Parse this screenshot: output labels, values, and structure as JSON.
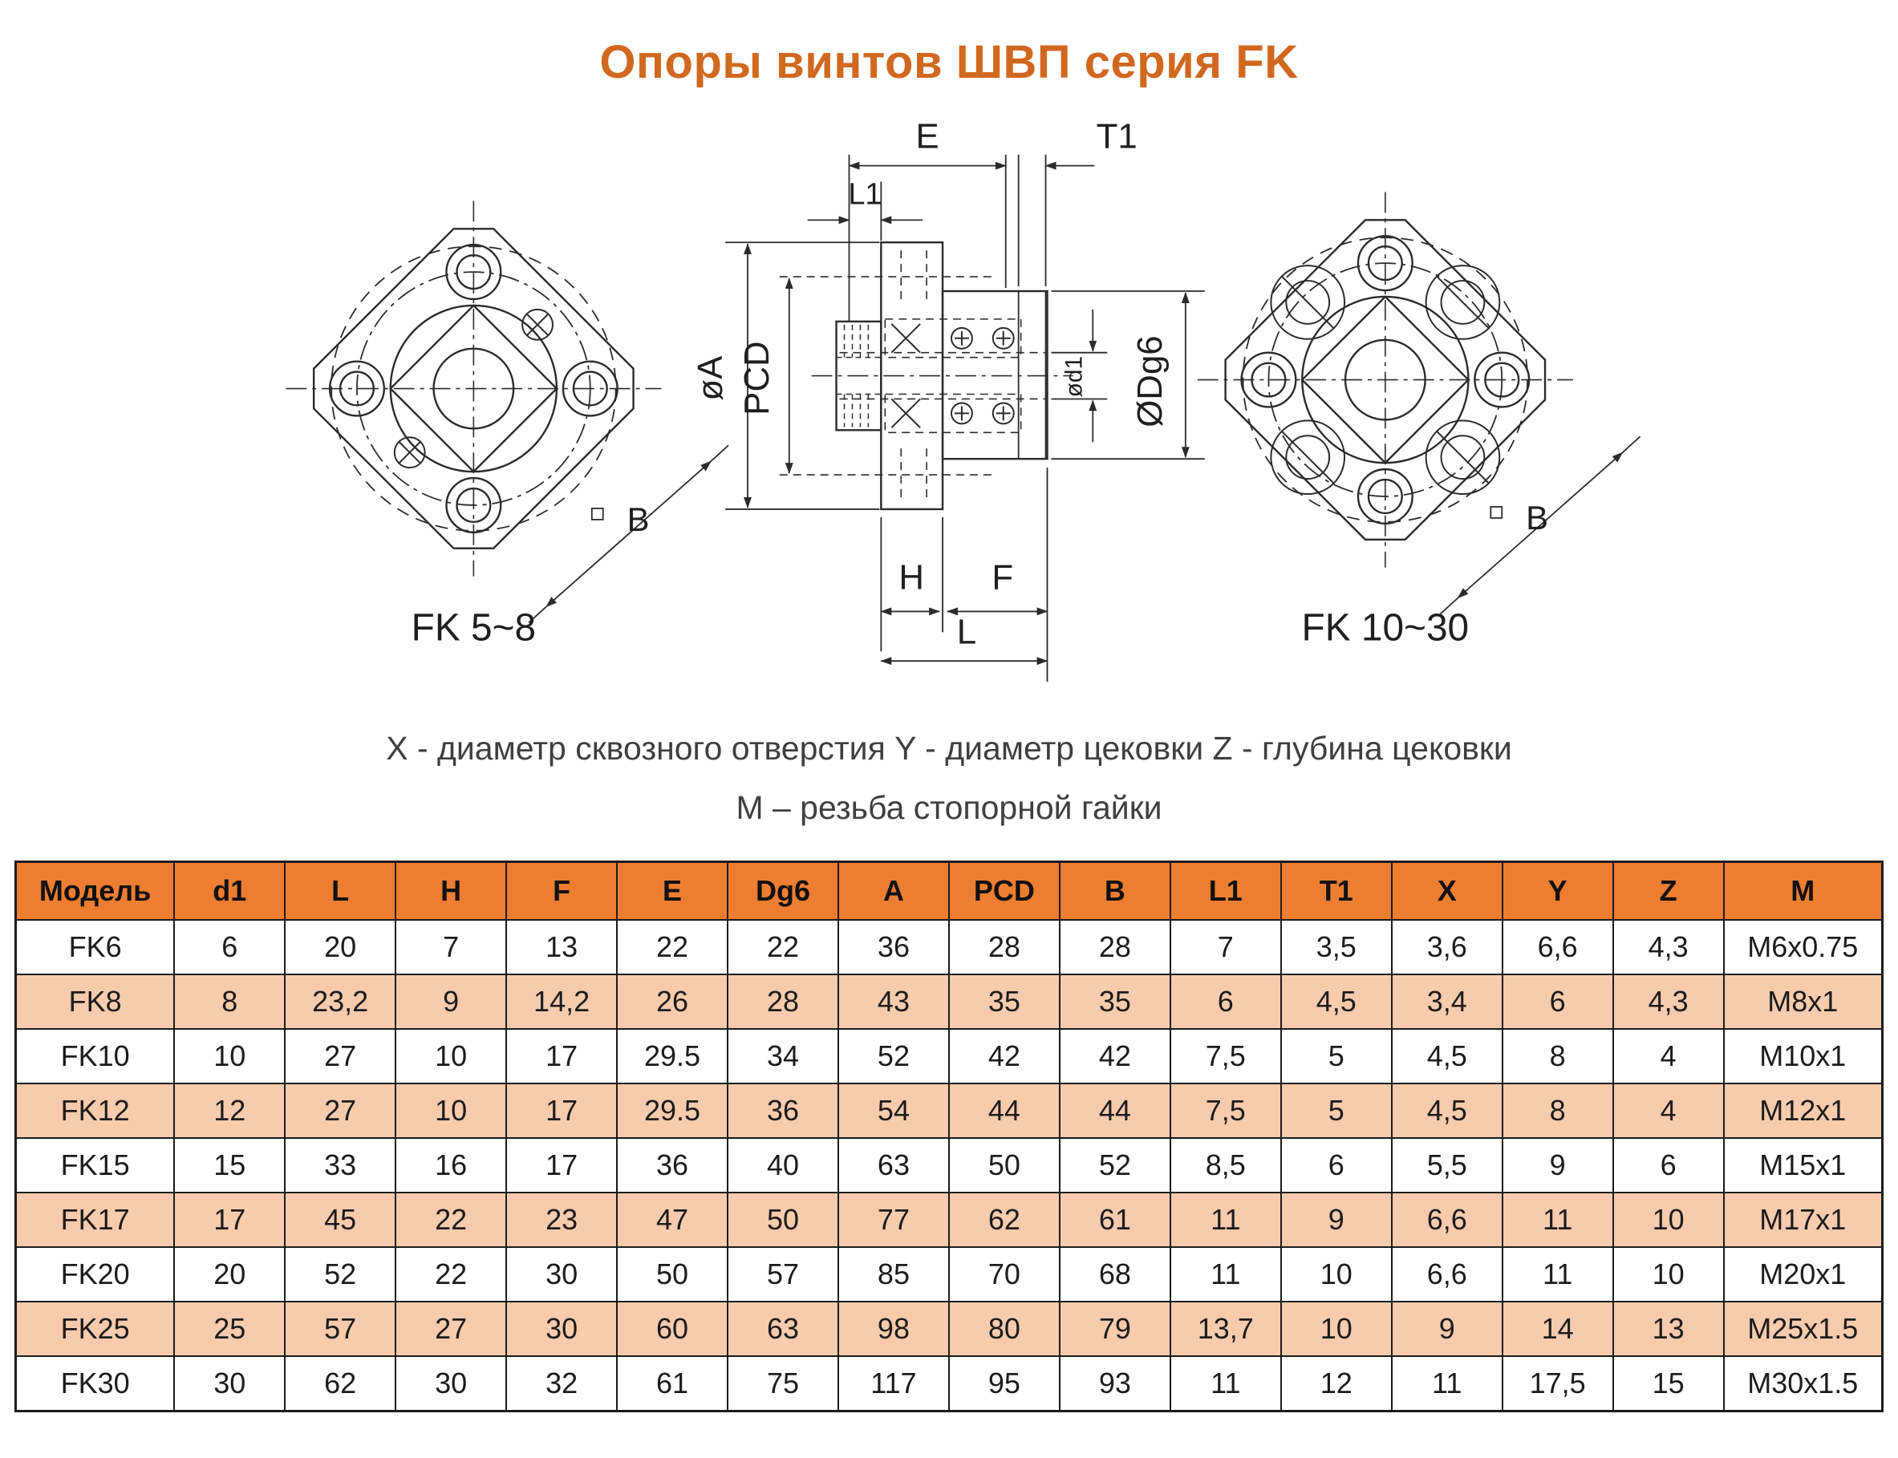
{
  "title": "Опоры винтов ШВП серия FK",
  "colors": {
    "title_orange": "#d1681f",
    "header_orange": "#ed7d31",
    "row_alt": "#f8cbad",
    "line": "#2b2b2b",
    "border": "#1c1c1c"
  },
  "drawing": {
    "caption_left": "FK 5~8",
    "caption_right": "FK 10~30",
    "labels": {
      "e": "E",
      "t1": "T1",
      "l1": "L1",
      "dia_a": "øA",
      "pcd": "PCD",
      "dia_d1": "ød1",
      "dia_dg6": "ØDg6",
      "h": "H",
      "f": "F",
      "l": "L",
      "b_left": "B",
      "b_right": "B"
    }
  },
  "notes": {
    "line1": "X - диаметр сквозного отверстия Y - диаметр цековки Z - глубина цековки",
    "line2": "М – резьба стопорной гайки"
  },
  "table": {
    "headers": [
      "Модель",
      "d1",
      "L",
      "H",
      "F",
      "E",
      "Dg6",
      "A",
      "PCD",
      "B",
      "L1",
      "T1",
      "X",
      "Y",
      "Z",
      "M"
    ],
    "rows": [
      [
        "FK6",
        "6",
        "20",
        "7",
        "13",
        "22",
        "22",
        "36",
        "28",
        "28",
        "7",
        "3,5",
        "3,6",
        "6,6",
        "4,3",
        "M6x0.75"
      ],
      [
        "FK8",
        "8",
        "23,2",
        "9",
        "14,2",
        "26",
        "28",
        "43",
        "35",
        "35",
        "6",
        "4,5",
        "3,4",
        "6",
        "4,3",
        "M8x1"
      ],
      [
        "FK10",
        "10",
        "27",
        "10",
        "17",
        "29.5",
        "34",
        "52",
        "42",
        "42",
        "7,5",
        "5",
        "4,5",
        "8",
        "4",
        "M10x1"
      ],
      [
        "FK12",
        "12",
        "27",
        "10",
        "17",
        "29.5",
        "36",
        "54",
        "44",
        "44",
        "7,5",
        "5",
        "4,5",
        "8",
        "4",
        "M12x1"
      ],
      [
        "FK15",
        "15",
        "33",
        "16",
        "17",
        "36",
        "40",
        "63",
        "50",
        "52",
        "8,5",
        "6",
        "5,5",
        "9",
        "6",
        "M15x1"
      ],
      [
        "FK17",
        "17",
        "45",
        "22",
        "23",
        "47",
        "50",
        "77",
        "62",
        "61",
        "11",
        "9",
        "6,6",
        "11",
        "10",
        "M17x1"
      ],
      [
        "FK20",
        "20",
        "52",
        "22",
        "30",
        "50",
        "57",
        "85",
        "70",
        "68",
        "11",
        "10",
        "6,6",
        "11",
        "10",
        "M20x1"
      ],
      [
        "FK25",
        "25",
        "57",
        "27",
        "30",
        "60",
        "63",
        "98",
        "80",
        "79",
        "13,7",
        "10",
        "9",
        "14",
        "13",
        "M25x1.5"
      ],
      [
        "FK30",
        "30",
        "62",
        "30",
        "32",
        "61",
        "75",
        "117",
        "95",
        "93",
        "11",
        "12",
        "11",
        "17,5",
        "15",
        "M30x1.5"
      ]
    ]
  }
}
